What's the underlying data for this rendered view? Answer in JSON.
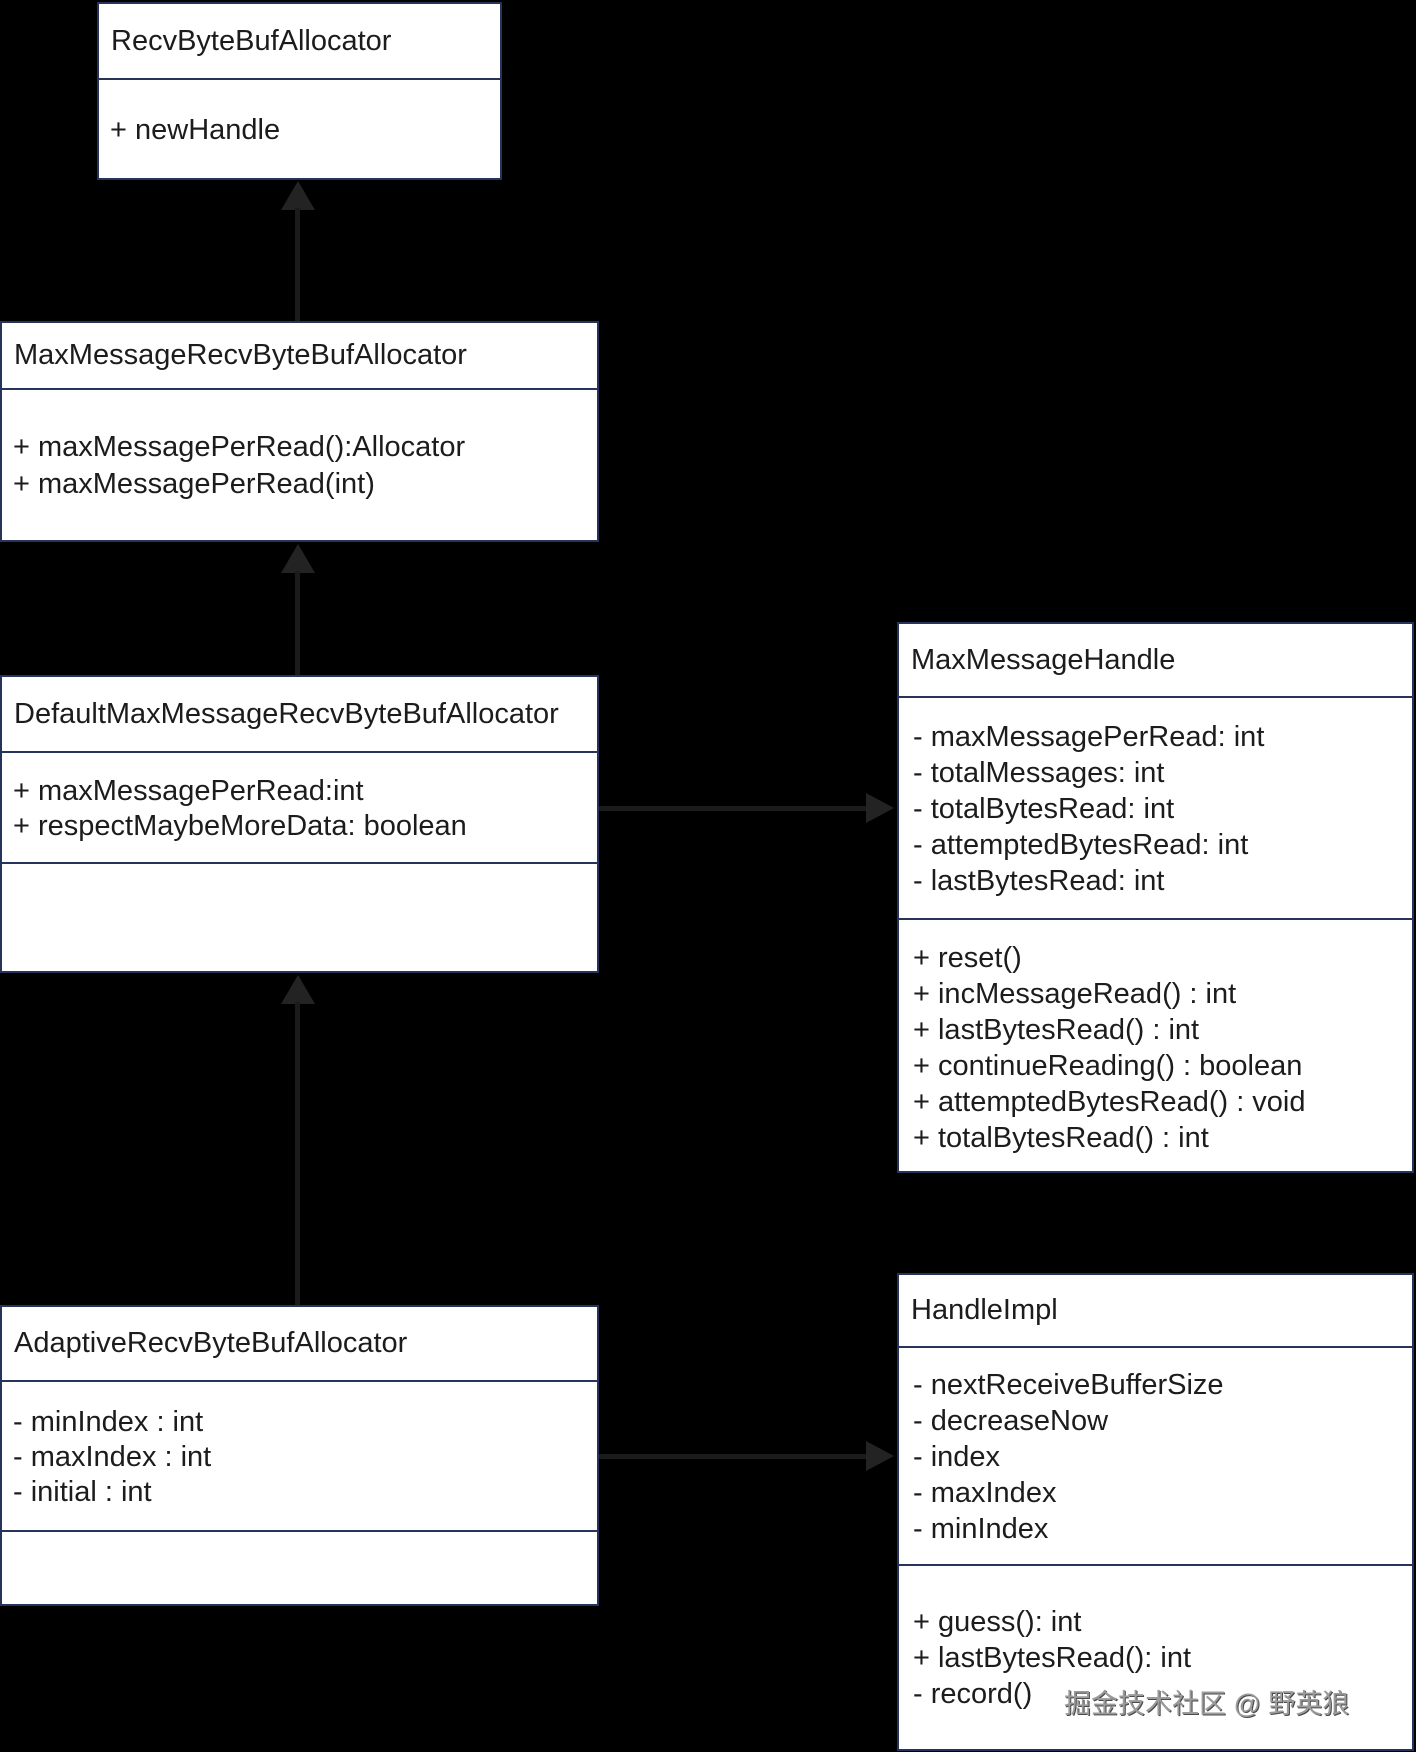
{
  "diagram": {
    "type": "uml-class-diagram",
    "classes": [
      {
        "name": "RecvByteBufAllocator",
        "members": [
          [
            "+ newHandle"
          ]
        ]
      },
      {
        "name": "MaxMessageRecvByteBufAllocator",
        "members": [
          [
            "+ maxMessagePerRead():Allocator",
            "+ maxMessagePerRead(int)"
          ]
        ]
      },
      {
        "name": "DefaultMaxMessageRecvByteBufAllocator",
        "members": [
          [
            "+ maxMessagePerRead:int",
            "+ respectMaybeMoreData: boolean"
          ],
          []
        ]
      },
      {
        "name": "AdaptiveRecvByteBufAllocator",
        "members": [
          [
            "- minIndex : int",
            "- maxIndex : int",
            "- initial : int"
          ],
          []
        ]
      },
      {
        "name": "MaxMessageHandle",
        "members": [
          [
            "- maxMessagePerRead: int",
            "- totalMessages: int",
            "- totalBytesRead: int",
            "- attemptedBytesRead: int",
            "- lastBytesRead: int"
          ],
          [
            "+ reset()",
            "+ incMessageRead() : int",
            "+ lastBytesRead() : int",
            "+ continueReading() : boolean",
            "+ attemptedBytesRead() : void",
            "+ totalBytesRead() : int"
          ]
        ]
      },
      {
        "name": "HandleImpl",
        "members": [
          [
            "- nextReceiveBufferSize",
            "- decreaseNow",
            "- index",
            "- maxIndex",
            "- minIndex"
          ],
          [
            "+ guess(): int",
            "+ lastBytesRead(): int",
            "- record()"
          ]
        ]
      }
    ],
    "relations": [
      {
        "from": "MaxMessageRecvByteBufAllocator",
        "to": "RecvByteBufAllocator",
        "type": "inheritance"
      },
      {
        "from": "DefaultMaxMessageRecvByteBufAllocator",
        "to": "MaxMessageRecvByteBufAllocator",
        "type": "inheritance"
      },
      {
        "from": "AdaptiveRecvByteBufAllocator",
        "to": "DefaultMaxMessageRecvByteBufAllocator",
        "type": "inheritance"
      },
      {
        "from": "DefaultMaxMessageRecvByteBufAllocator",
        "to": "MaxMessageHandle",
        "type": "association"
      },
      {
        "from": "AdaptiveRecvByteBufAllocator",
        "to": "HandleImpl",
        "type": "association"
      }
    ],
    "watermark": "掘金技术社区 @ 野英狼",
    "colors": {
      "background": "#000000",
      "box_fill": "#ffffff",
      "box_border": "#28335c",
      "text": "#1c1c1c",
      "connector": "#1b1b1b",
      "watermark": "#9b9b9b"
    }
  }
}
